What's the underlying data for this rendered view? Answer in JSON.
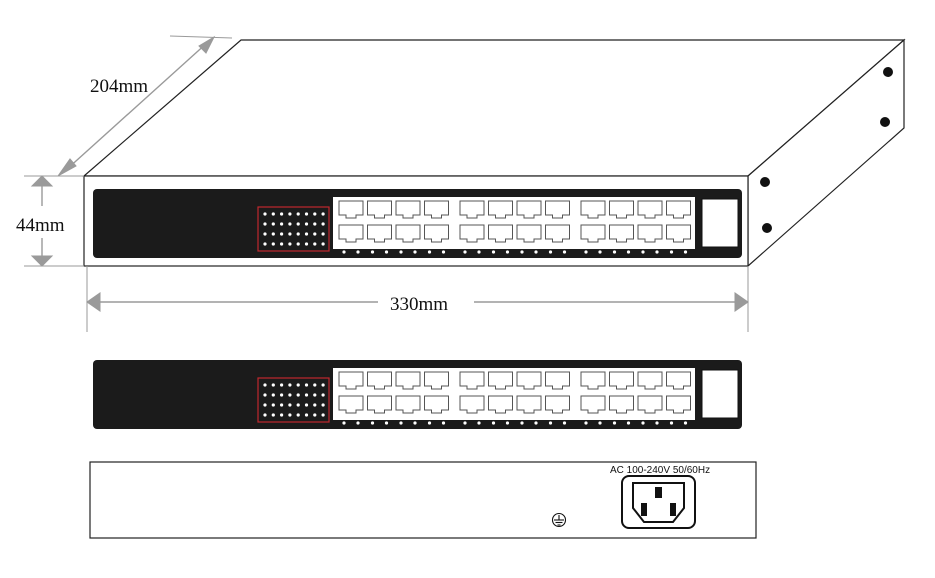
{
  "dimensions": {
    "depth_label": "204mm",
    "height_label": "44mm",
    "width_label": "330mm"
  },
  "device": {
    "rj45_ports_per_row": 12,
    "rj45_rows": 2,
    "port_groups": 3,
    "led_grid_columns": 8,
    "led_grid_rows": 4
  },
  "rear_panel": {
    "power_label": "AC 100-240V 50/60Hz",
    "ground_icon": "ground-icon",
    "power_socket_icon": "iec-c14-socket-icon"
  },
  "colors": {
    "panel": "#1b1b1b",
    "led_box_border": "#c0282d",
    "dimension_arrow": "#9a9a9a",
    "outline": "#222222"
  }
}
